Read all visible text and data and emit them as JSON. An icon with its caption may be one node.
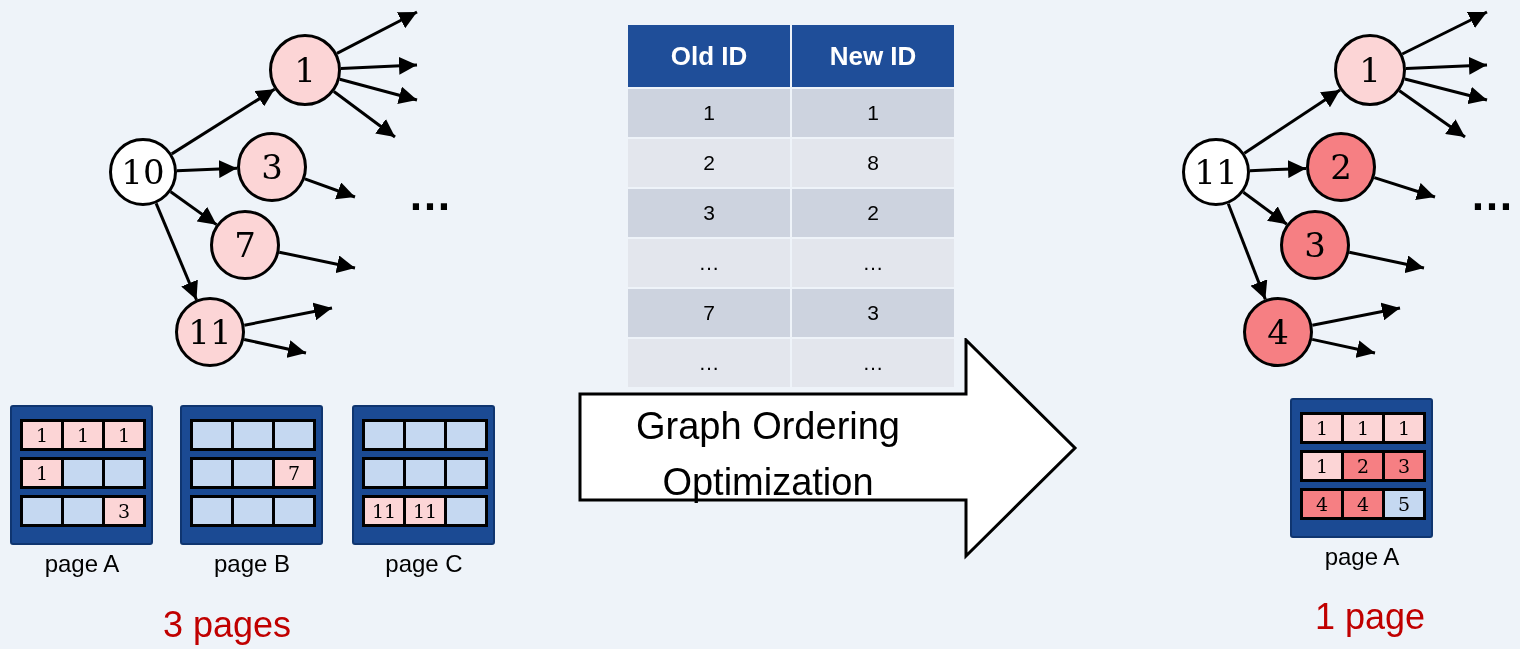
{
  "diagram": {
    "nodes": [
      {
        "text": [
          "10"
        ]
      },
      {
        "text": [
          "1"
        ]
      },
      {
        "text": [
          "3"
        ]
      },
      {
        "text": [
          "7"
        ]
      },
      {
        "text": [
          "11"
        ]
      },
      {
        "text": [
          "11"
        ]
      },
      {
        "text": [
          "1"
        ]
      },
      {
        "text": [
          "2"
        ]
      },
      {
        "text": [
          "3"
        ]
      },
      {
        "text": [
          "4"
        ]
      },
      {
        "text": [],
        "shape": "box",
        "beside": [
          "page A"
        ]
      },
      {
        "text": [
          "1"
        ],
        "in": 10
      },
      {
        "text": [
          "1"
        ],
        "in": 10
      },
      {
        "text": [
          "1"
        ],
        "in": 10
      },
      {
        "text": [
          "1"
        ],
        "in": 10
      },
      {
        "text": [],
        "shape": "box",
        "in": 10
      },
      {
        "text": [],
        "shape": "box",
        "in": 10
      },
      {
        "text": [],
        "shape": "box",
        "in": 10
      },
      {
        "text": [],
        "shape": "box",
        "in": 10
      },
      {
        "text": [
          "3"
        ],
        "in": 10
      },
      {
        "text": [],
        "shape": "box",
        "beside": [
          "page B"
        ]
      },
      {
        "text": [],
        "shape": "box",
        "in": 20
      },
      {
        "text": [],
        "shape": "box",
        "in": 20
      },
      {
        "text": [],
        "shape": "box",
        "in": 20
      },
      {
        "text": [],
        "shape": "box",
        "in": 20
      },
      {
        "text": [],
        "shape": "box",
        "in": 20
      },
      {
        "text": [
          "7"
        ],
        "in": 20
      },
      {
        "text": [],
        "shape": "box",
        "in": 20
      },
      {
        "text": [],
        "shape": "box",
        "in": 20
      },
      {
        "text": [],
        "shape": "box",
        "in": 20
      },
      {
        "text": [],
        "shape": "box",
        "beside": [
          "page C"
        ]
      },
      {
        "text": [],
        "shape": "box",
        "in": 30
      },
      {
        "text": [],
        "shape": "box",
        "in": 30
      },
      {
        "text": [],
        "shape": "box",
        "in": 30
      },
      {
        "text": [],
        "shape": "box",
        "in": 30
      },
      {
        "text": [],
        "shape": "box",
        "in": 30
      },
      {
        "text": [],
        "shape": "box",
        "in": 30
      },
      {
        "text": [
          "11"
        ],
        "in": 30
      },
      {
        "text": [
          "11"
        ],
        "in": 30
      },
      {
        "text": [],
        "shape": "box",
        "in": 30
      },
      {
        "text": [
          "Graph Ordering Optimization"
        ]
      },
      {
        "text": [],
        "shape": "box",
        "beside": [
          "page A"
        ]
      },
      {
        "text": [
          "1"
        ],
        "in": 41
      },
      {
        "text": [
          "1"
        ],
        "in": 41
      },
      {
        "text": [
          "1"
        ],
        "in": 41
      },
      {
        "text": [
          "1"
        ],
        "in": 41
      },
      {
        "text": [
          "2"
        ],
        "in": 41
      },
      {
        "text": [
          "3"
        ],
        "in": 41
      },
      {
        "text": [
          "4"
        ],
        "in": 41
      },
      {
        "text": [
          "4"
        ],
        "in": 41
      },
      {
        "text": [
          "5"
        ],
        "in": 41
      }
    ],
    "edges": [
      {
        "from": 0,
        "to": 1,
        "arrow": "to"
      },
      {
        "from": 0,
        "to": 2,
        "arrow": "to"
      },
      {
        "from": 0,
        "to": 3,
        "arrow": "to"
      },
      {
        "from": 0,
        "to": 4,
        "arrow": "to"
      },
      {
        "from": 1,
        "to": null,
        "arrow": "to"
      },
      {
        "from": 1,
        "to": null,
        "arrow": "to"
      },
      {
        "from": 1,
        "to": null,
        "arrow": "to"
      },
      {
        "from": 1,
        "to": null,
        "arrow": "to"
      },
      {
        "from": 2,
        "to": null,
        "arrow": "to"
      },
      {
        "from": 3,
        "to": null,
        "arrow": "to"
      },
      {
        "from": 4,
        "to": null,
        "arrow": "to"
      },
      {
        "from": 4,
        "to": null,
        "arrow": "to"
      },
      {
        "from": 5,
        "to": 6,
        "arrow": "to"
      },
      {
        "from": 5,
        "to": 7,
        "arrow": "to"
      },
      {
        "from": 5,
        "to": 8,
        "arrow": "to"
      },
      {
        "from": 5,
        "to": 9,
        "arrow": "to"
      },
      {
        "from": 6,
        "to": null,
        "arrow": "to"
      },
      {
        "from": 6,
        "to": null,
        "arrow": "to"
      },
      {
        "from": 6,
        "to": null,
        "arrow": "to"
      },
      {
        "from": 6,
        "to": null,
        "arrow": "to"
      },
      {
        "from": 7,
        "to": null,
        "arrow": "to"
      },
      {
        "from": 8,
        "to": null,
        "arrow": "to"
      },
      {
        "from": 9,
        "to": null,
        "arrow": "to"
      },
      {
        "from": 9,
        "to": null,
        "arrow": "to"
      }
    ],
    "labels": [
      "…",
      "Old ID",
      "New ID",
      "1",
      "1",
      "2",
      "8",
      "3",
      "2",
      "…",
      "…",
      "7",
      "3",
      "…",
      "…",
      "…",
      "3 pages",
      "1 page"
    ]
  }
}
